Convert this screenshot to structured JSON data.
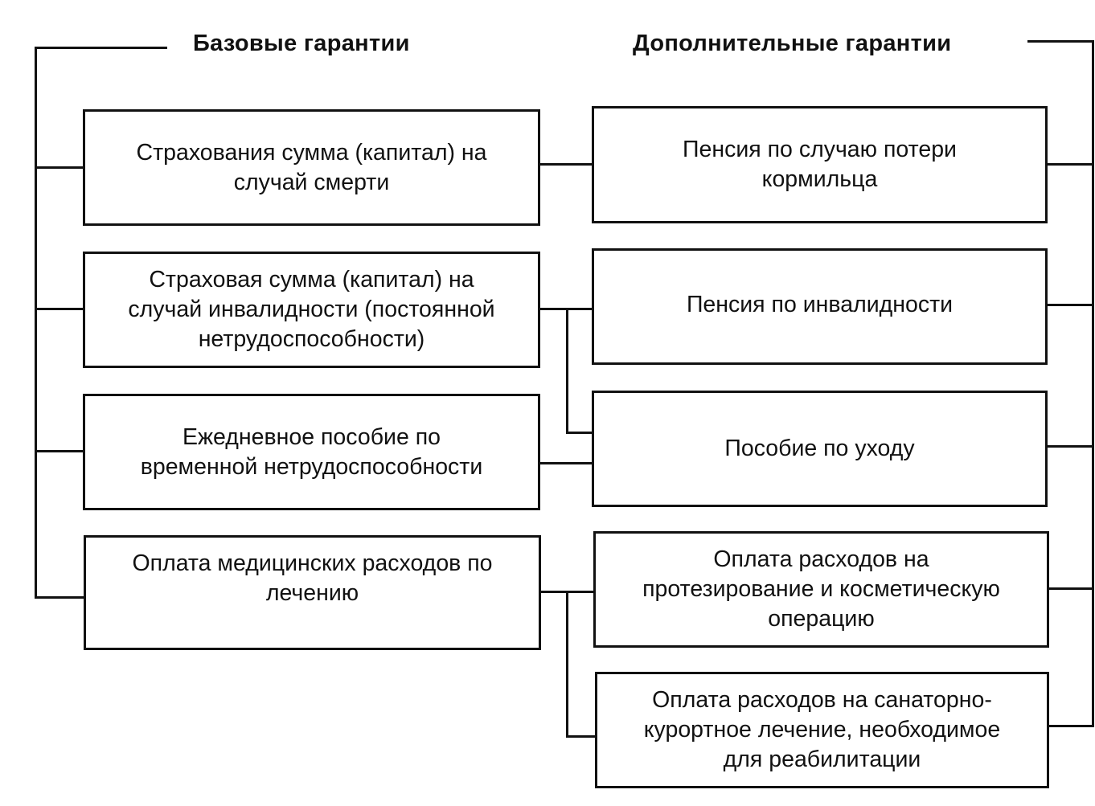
{
  "headings": {
    "basic": "Базовые гарантии",
    "additional": "Дополнительные гарантии"
  },
  "basic_boxes": [
    {
      "lines": [
        "Страхования сумма (капитал) на",
        "случай смерти"
      ]
    },
    {
      "lines": [
        "Страховая сумма (капитал) на",
        "случай инвалидности (постоянной",
        "нетрудоспособности)"
      ]
    },
    {
      "lines": [
        "Ежедневное пособие по",
        "временной нетрудоспособности"
      ]
    },
    {
      "lines": [
        "Оплата медицинских расходов по",
        "лечению"
      ]
    }
  ],
  "additional_boxes": [
    {
      "lines": [
        "Пенсия по случаю потери",
        "кормильца"
      ]
    },
    {
      "lines": [
        "Пенсия по инвалидности"
      ]
    },
    {
      "lines": [
        "Пособие по уходу"
      ]
    },
    {
      "lines": [
        "Оплата расходов на",
        "протезирование и косметическую",
        "операцию"
      ]
    },
    {
      "lines": [
        "Оплата расходов на санаторно-",
        "курортное лечение, необходимое",
        "для реабилитации"
      ]
    }
  ],
  "connections": [
    {
      "from": "basic.0",
      "to": [
        "additional.0"
      ]
    },
    {
      "from": "basic.1",
      "to": [
        "additional.1",
        "additional.2"
      ]
    },
    {
      "from": "basic.2",
      "to": [
        "additional.2"
      ]
    },
    {
      "from": "basic.3",
      "to": [
        "additional.3",
        "additional.4"
      ]
    }
  ]
}
